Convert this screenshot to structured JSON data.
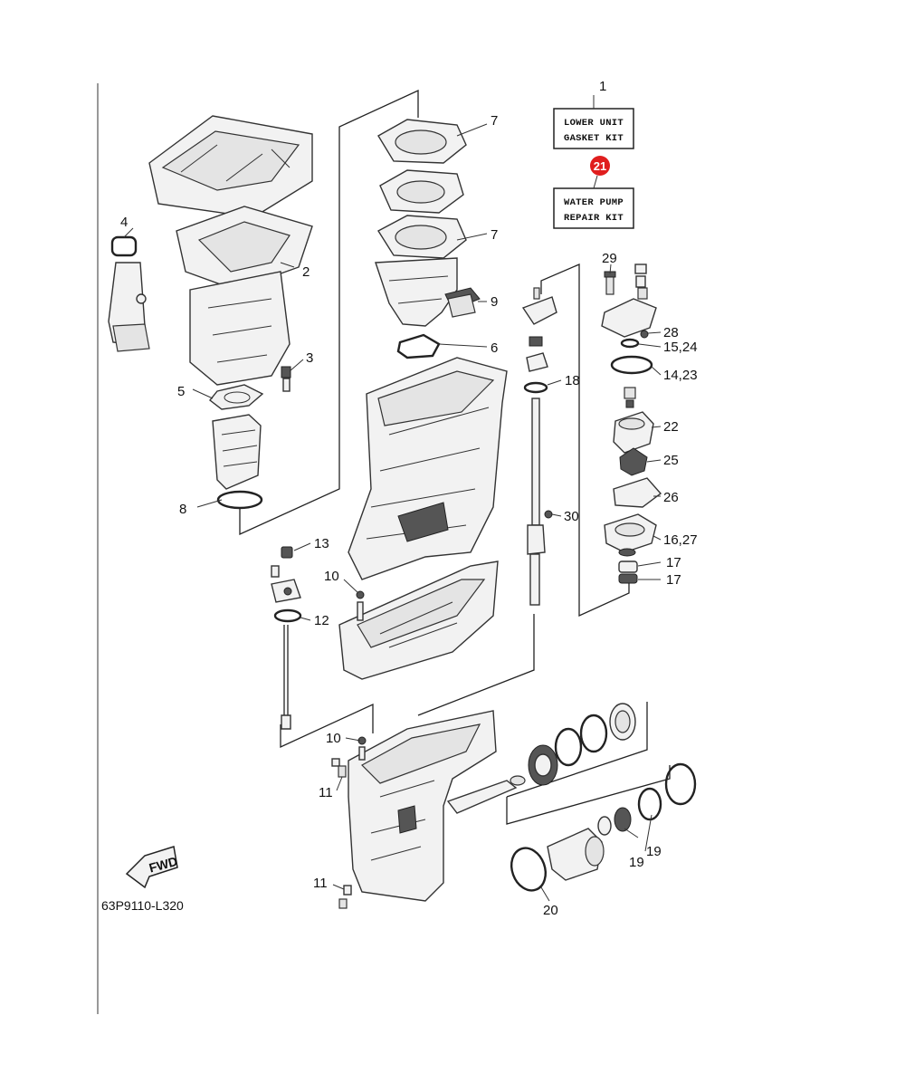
{
  "diagram": {
    "drawing_code": "63P9110-L320",
    "fwd_label": "FWD",
    "kits": [
      {
        "line1": "LOWER UNIT",
        "line2": "GASKET KIT"
      },
      {
        "line1": "WATER PUMP",
        "line2": "REPAIR KIT"
      }
    ],
    "highlight": {
      "number": "21",
      "color": "#e01e1e"
    },
    "callouts": [
      "1",
      "2",
      "3",
      "4",
      "5",
      "6",
      "7",
      "7",
      "8",
      "9",
      "10",
      "10",
      "11",
      "11",
      "12",
      "13",
      "14,23",
      "15,24",
      "16,27",
      "17",
      "17",
      "18",
      "19",
      "19",
      "20",
      "22",
      "25",
      "26",
      "28",
      "29",
      "30"
    ]
  }
}
